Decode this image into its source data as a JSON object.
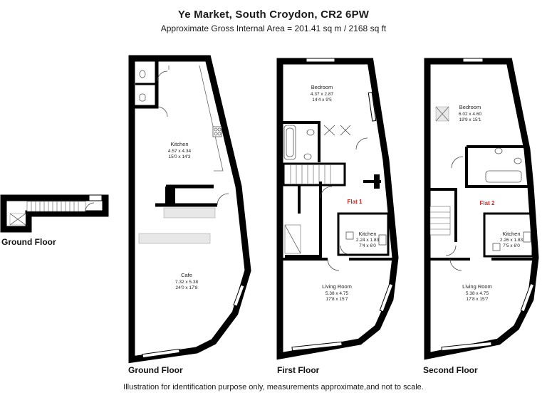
{
  "header": {
    "title": "Ye Market, South Croydon, CR2 6PW",
    "subtitle": "Approximate Gross Internal Area = 201.41 sq m / 2168 sq ft"
  },
  "footer": {
    "disclaimer": "Illustration for identification purpose only, measurements approximate,and not to scale."
  },
  "floors": {
    "ground_small": {
      "label": "Ground Floor"
    },
    "ground": {
      "label": "Ground Floor",
      "rooms": {
        "kitchen": {
          "name": "Kitchen",
          "metric": "4.57 x 4.34",
          "imperial": "15'0 x 14'3"
        },
        "cafe": {
          "name": "Cafe",
          "metric": "7.32 x 5.38",
          "imperial": "24'0 x 17'8"
        }
      }
    },
    "first": {
      "label": "First Floor",
      "flat": "Flat 1",
      "rooms": {
        "bedroom": {
          "name": "Bedroom",
          "metric": "4.37 x 2.87",
          "imperial": "14'4 x 9'5"
        },
        "kitchen": {
          "name": "Kitchen",
          "metric": "2.24 x 1.83",
          "imperial": "7'4 x 6'0"
        },
        "living": {
          "name": "Living Room",
          "metric": "5.38 x 4.75",
          "imperial": "17'8 x 15'7"
        }
      }
    },
    "second": {
      "label": "Second Floor",
      "flat": "Flat 2",
      "rooms": {
        "bedroom": {
          "name": "Bedroom",
          "metric": "6.02 x 4.60",
          "imperial": "19'9 x 15'1"
        },
        "kitchen": {
          "name": "Kitchen",
          "metric": "2.26 x 1.83",
          "imperial": "7'5 x 6'0"
        },
        "living": {
          "name": "Living Room",
          "metric": "5.38 x 4.75",
          "imperial": "17'8 x 15'7"
        }
      }
    }
  },
  "icons": [
    "door-swing-icon",
    "stairs-icon",
    "wc-icon",
    "basin-icon",
    "bath-icon",
    "hob-icon",
    "sink-icon",
    "window-icon"
  ]
}
